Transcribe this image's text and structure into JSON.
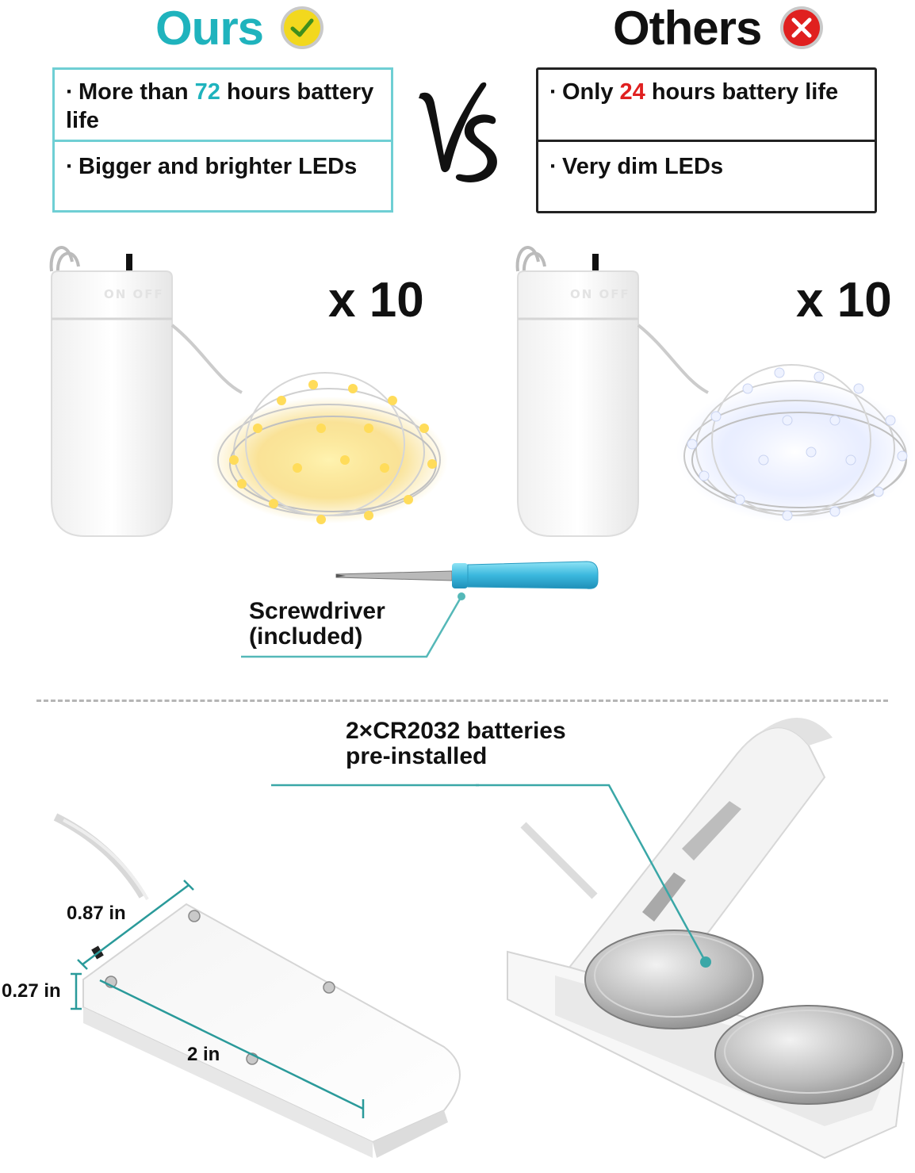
{
  "ours": {
    "title": "Ours",
    "features": [
      {
        "prefix": "More than ",
        "highlight": "72",
        "suffix": " hours battery life"
      },
      {
        "prefix": "Bigger and brighter LEDs",
        "highlight": "",
        "suffix": ""
      }
    ],
    "count": "x 10",
    "switch_label": "ON OFF",
    "accent_color": "#1fb3bd",
    "badge_icon": "check-icon"
  },
  "vs_label": "VS",
  "others": {
    "title": "Others",
    "features": [
      {
        "prefix": "Only ",
        "highlight": "24",
        "suffix": " hours battery life"
      },
      {
        "prefix": "Very dim LEDs",
        "highlight": "",
        "suffix": ""
      }
    ],
    "count": "x 10",
    "switch_label": "ON OFF",
    "accent_color": "#e02020",
    "badge_icon": "cross-icon"
  },
  "bullet": "·",
  "screwdriver": {
    "line1": "Screwdriver",
    "line2": "(included)"
  },
  "batteries": {
    "line1": "2×CR2032 batteries",
    "line2": "pre-installed"
  },
  "dimensions": {
    "width": "0.87 in",
    "height": "0.27 in",
    "length": "2 in"
  }
}
